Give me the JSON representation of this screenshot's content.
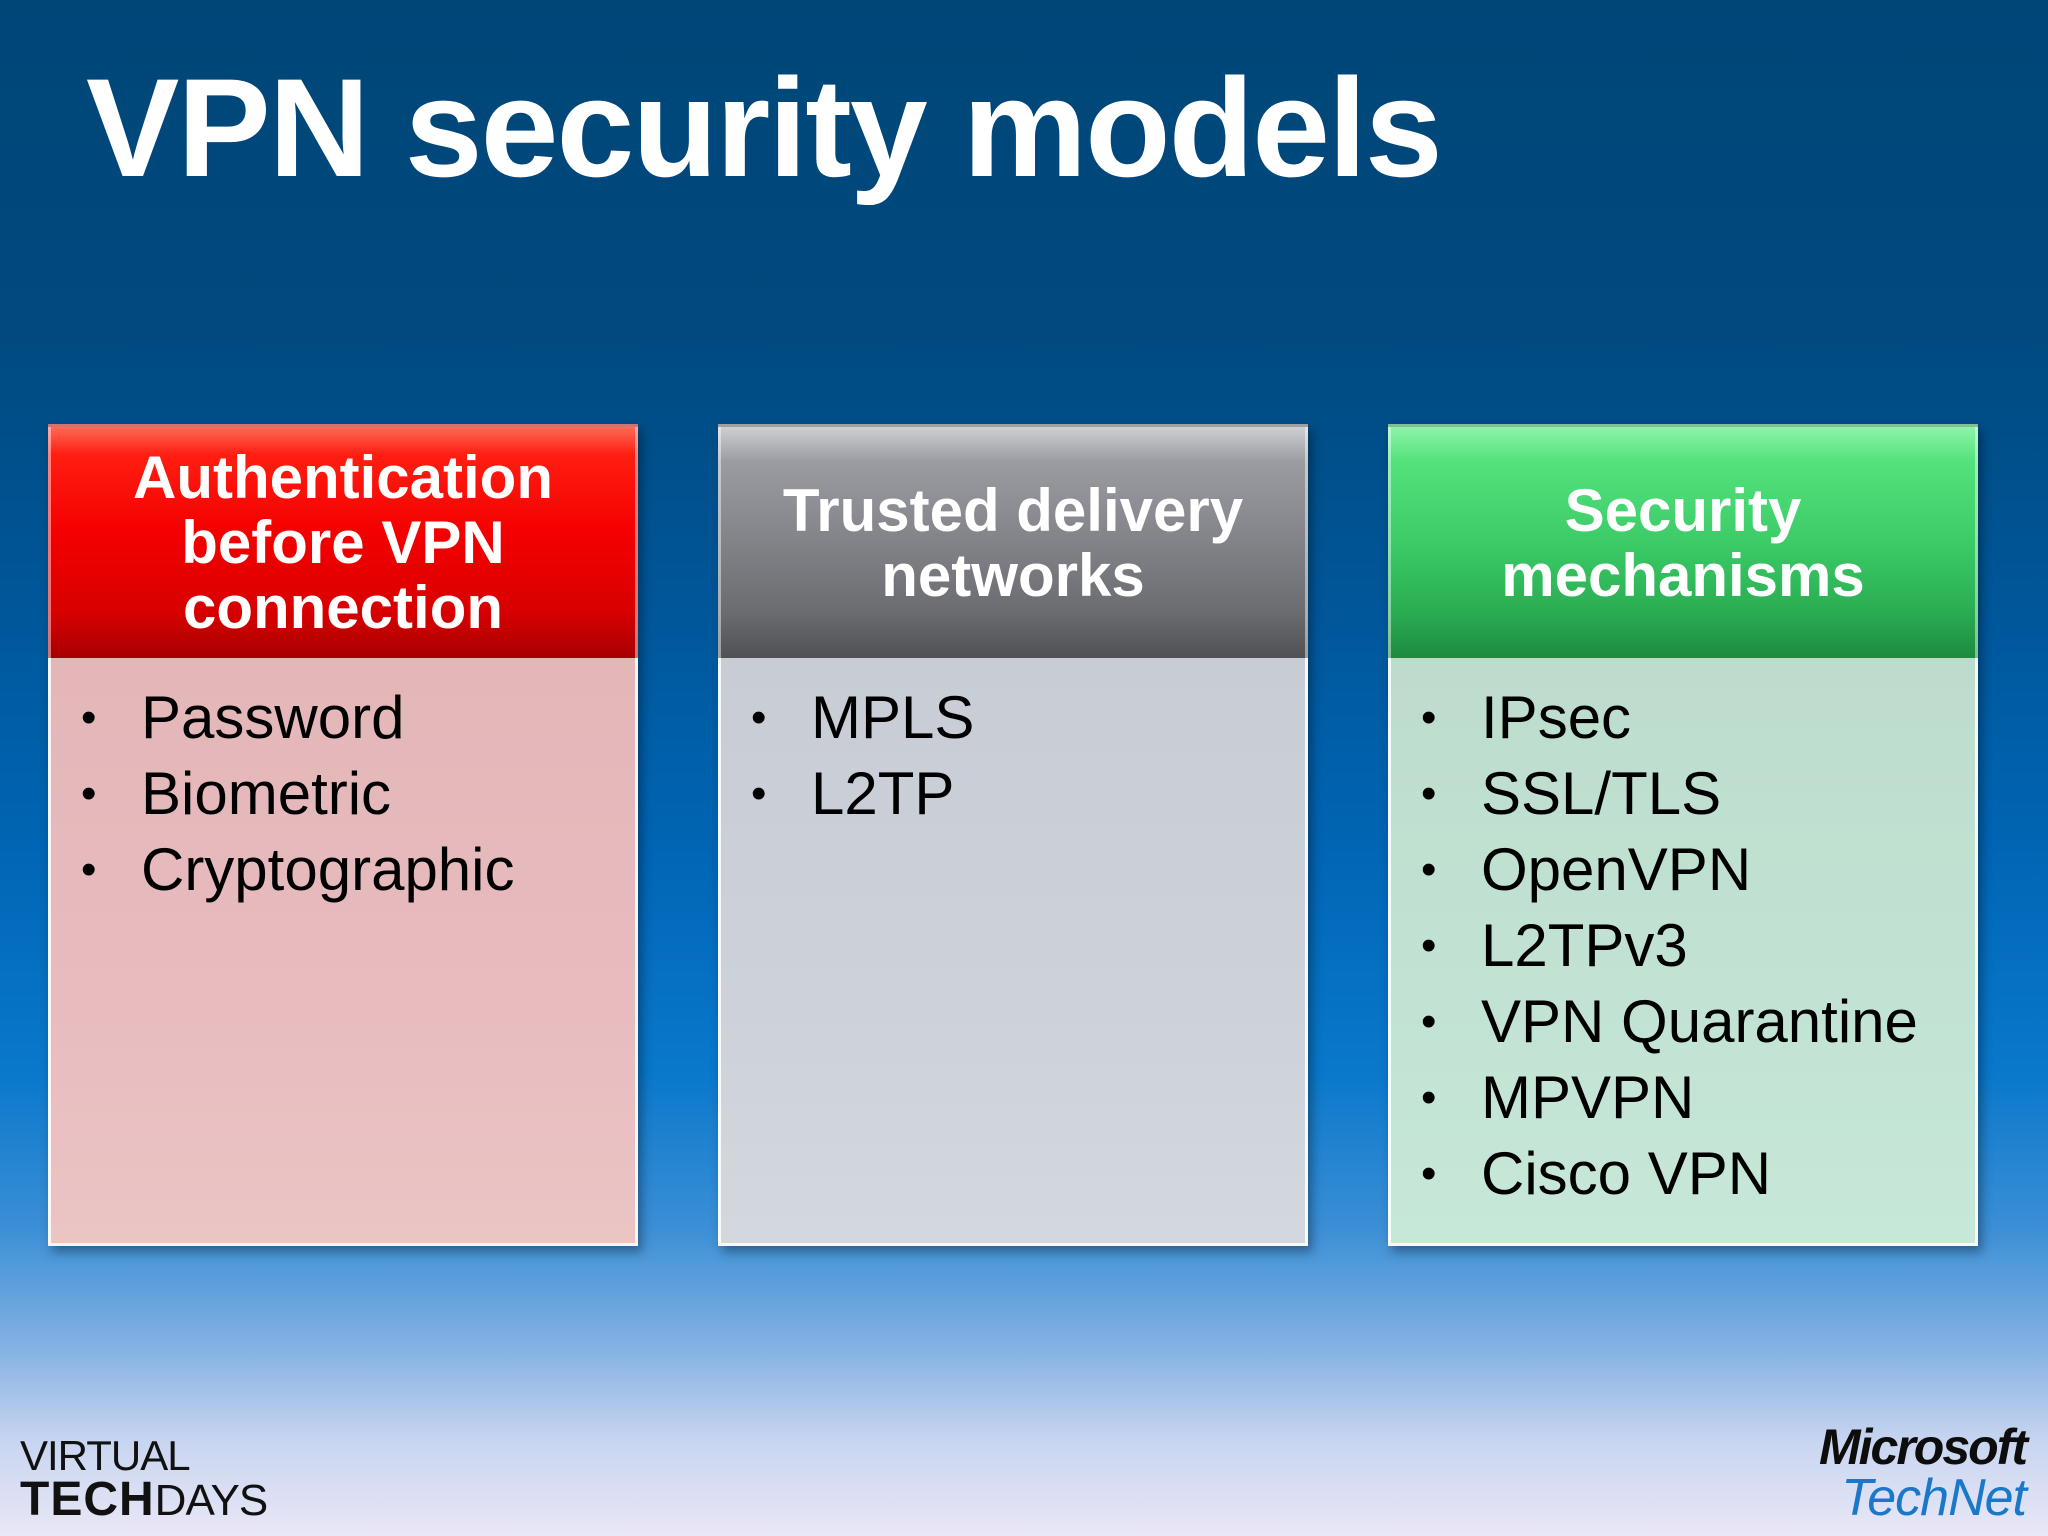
{
  "slide": {
    "title": "VPN security models"
  },
  "columns": [
    {
      "header_lines": [
        "Authentication",
        "before VPN",
        "connection"
      ],
      "items": [
        "Password",
        "Biometric",
        "Cryptographic"
      ]
    },
    {
      "header_lines": [
        "Trusted delivery",
        "networks"
      ],
      "items": [
        "MPLS",
        "L2TP"
      ]
    },
    {
      "header_lines": [
        "Security",
        "mechanisms"
      ],
      "items": [
        "IPsec",
        "SSL/TLS",
        "OpenVPN",
        "L2TPv3",
        "VPN Quarantine",
        "MPVPN",
        "Cisco VPN"
      ]
    }
  ],
  "bullet_glyph": "•",
  "footer": {
    "left_logo": {
      "line1": "VIRTUAL",
      "line2_bold": "TECH",
      "line2_light": "DAYS"
    },
    "right_logo": {
      "brand": "Microsoft",
      "product": "TechNet"
    }
  },
  "colors": {
    "header_red": "#f50000",
    "header_gray": "#818388",
    "header_green": "#3ccb67",
    "technet_blue": "#1a78c8"
  }
}
